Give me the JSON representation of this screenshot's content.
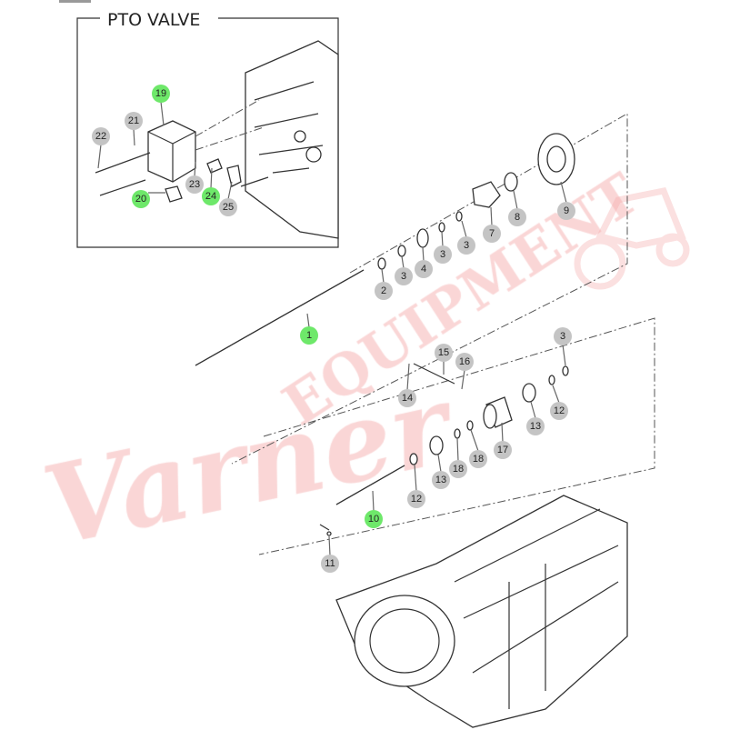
{
  "diagram": {
    "inset_title": "PTO VALVE",
    "watermark": "Varner EQUIPMENT",
    "colors": {
      "highlight": "#6ee86a",
      "callout": "#c4c4c4",
      "watermark": "#f3a5a5"
    },
    "callouts": [
      {
        "label": "19",
        "highlighted": true
      },
      {
        "label": "21",
        "highlighted": false
      },
      {
        "label": "22",
        "highlighted": false
      },
      {
        "label": "20",
        "highlighted": true
      },
      {
        "label": "23",
        "highlighted": false
      },
      {
        "label": "24",
        "highlighted": true
      },
      {
        "label": "25",
        "highlighted": false
      },
      {
        "label": "9",
        "highlighted": false
      },
      {
        "label": "8",
        "highlighted": false
      },
      {
        "label": "7",
        "highlighted": false
      },
      {
        "label": "3",
        "highlighted": false
      },
      {
        "label": "3",
        "highlighted": false
      },
      {
        "label": "4",
        "highlighted": false
      },
      {
        "label": "3",
        "highlighted": false
      },
      {
        "label": "2",
        "highlighted": false
      },
      {
        "label": "1",
        "highlighted": true
      },
      {
        "label": "15",
        "highlighted": false
      },
      {
        "label": "16",
        "highlighted": false
      },
      {
        "label": "14",
        "highlighted": false
      },
      {
        "label": "3",
        "highlighted": false
      },
      {
        "label": "12",
        "highlighted": false
      },
      {
        "label": "13",
        "highlighted": false
      },
      {
        "label": "17",
        "highlighted": false
      },
      {
        "label": "18",
        "highlighted": false
      },
      {
        "label": "18",
        "highlighted": false
      },
      {
        "label": "13",
        "highlighted": false
      },
      {
        "label": "12",
        "highlighted": false
      },
      {
        "label": "10",
        "highlighted": true
      },
      {
        "label": "11",
        "highlighted": false
      }
    ]
  }
}
